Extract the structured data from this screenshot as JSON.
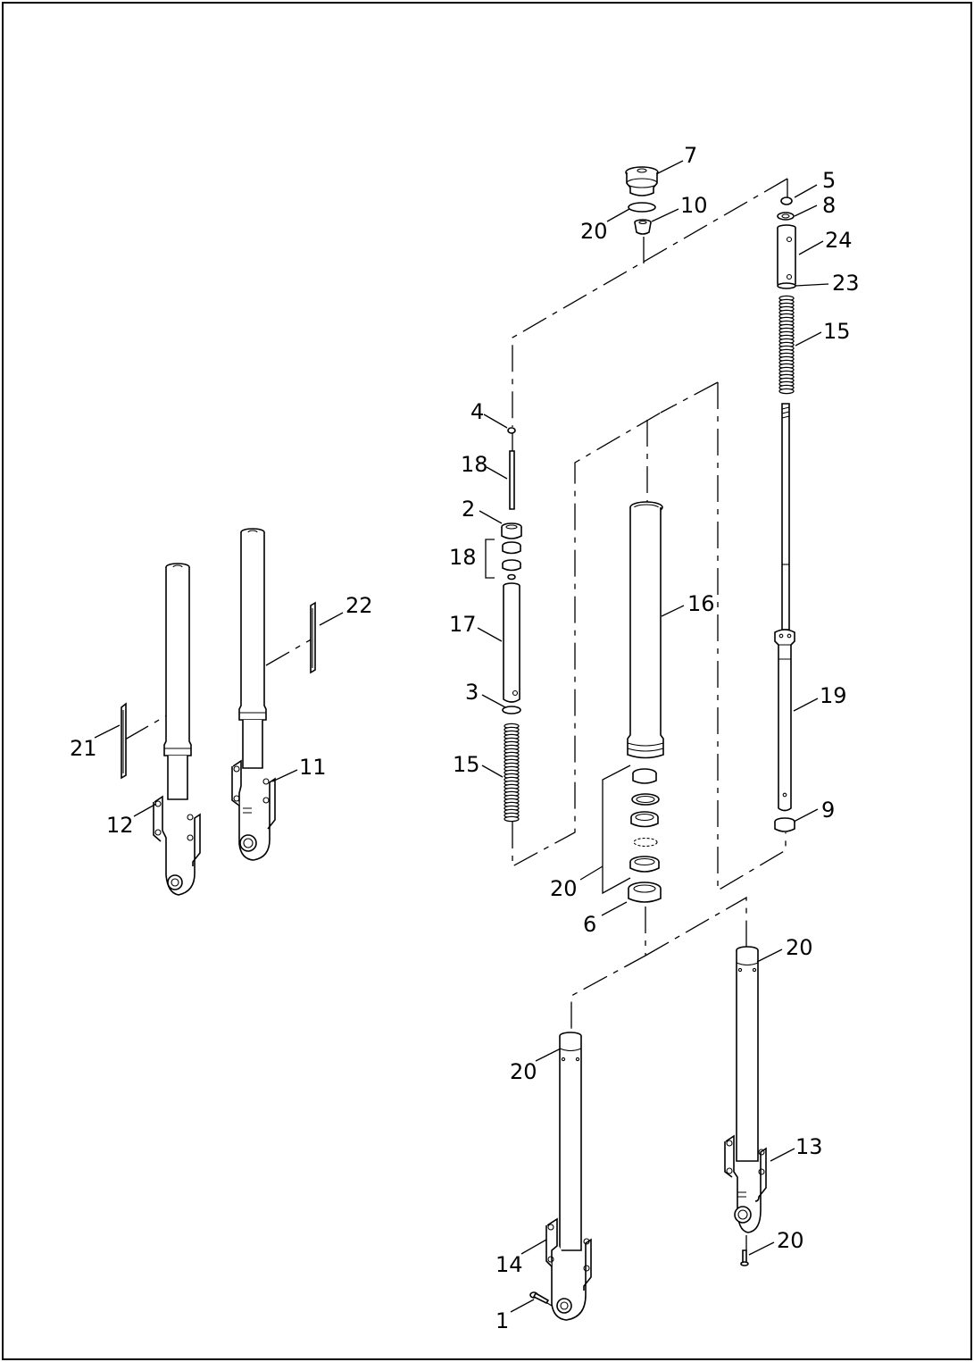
{
  "diagram": {
    "callouts": [
      {
        "id": "c7",
        "text": "7"
      },
      {
        "id": "c5",
        "text": "5"
      },
      {
        "id": "c10",
        "text": "10"
      },
      {
        "id": "c8",
        "text": "8"
      },
      {
        "id": "c20a",
        "text": "20"
      },
      {
        "id": "c24",
        "text": "24"
      },
      {
        "id": "c23",
        "text": "23"
      },
      {
        "id": "c15a",
        "text": "15"
      },
      {
        "id": "c4",
        "text": "4"
      },
      {
        "id": "c18a",
        "text": "18"
      },
      {
        "id": "c2",
        "text": "2"
      },
      {
        "id": "c18b",
        "text": "18"
      },
      {
        "id": "c22",
        "text": "22"
      },
      {
        "id": "c16",
        "text": "16"
      },
      {
        "id": "c17",
        "text": "17"
      },
      {
        "id": "c3",
        "text": "3"
      },
      {
        "id": "c19",
        "text": "19"
      },
      {
        "id": "c21",
        "text": "21"
      },
      {
        "id": "c11",
        "text": "11"
      },
      {
        "id": "c15b",
        "text": "15"
      },
      {
        "id": "c9",
        "text": "9"
      },
      {
        "id": "c12",
        "text": "12"
      },
      {
        "id": "c20b",
        "text": "20"
      },
      {
        "id": "c6",
        "text": "6"
      },
      {
        "id": "c20c",
        "text": "20"
      },
      {
        "id": "c20d",
        "text": "20"
      },
      {
        "id": "c13",
        "text": "13"
      },
      {
        "id": "c20e",
        "text": "20"
      },
      {
        "id": "c14",
        "text": "14"
      },
      {
        "id": "c1",
        "text": "1"
      }
    ]
  }
}
